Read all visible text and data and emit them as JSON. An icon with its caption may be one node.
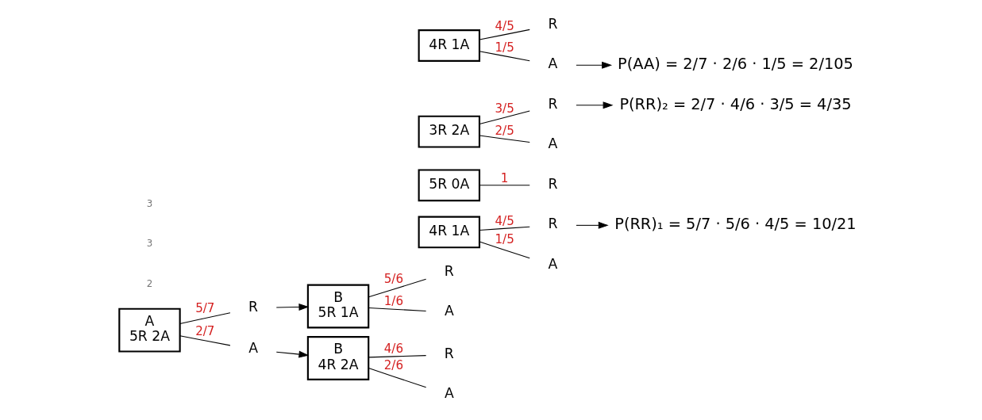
{
  "diagram": {
    "nodes": [
      {
        "text": [
          "A",
          "5R 2A"
        ]
      },
      {
        "text": [
          "R"
        ]
      },
      {
        "text": [
          "A"
        ]
      },
      {
        "text": [
          "B",
          "5R 1A"
        ]
      },
      {
        "text": [
          "B",
          "4R 2A"
        ]
      },
      {
        "text": [
          "R"
        ]
      },
      {
        "text": [
          "A"
        ]
      },
      {
        "text": [
          "R"
        ]
      },
      {
        "text": [
          "A"
        ]
      },
      {
        "text": [
          "4R 1A"
        ]
      },
      {
        "text": [
          "5R 0A"
        ]
      },
      {
        "text": [
          "3R 2A"
        ]
      },
      {
        "text": [
          "4R 1A"
        ]
      },
      {
        "text": [
          "R"
        ]
      },
      {
        "text": [
          "A"
        ]
      },
      {
        "text": [
          "R"
        ]
      },
      {
        "text": [
          "R"
        ]
      },
      {
        "text": [
          "A"
        ]
      },
      {
        "text": [
          "R"
        ]
      },
      {
        "text": [
          "A"
        ]
      },
      {
        "text": [
          "P(RR)₁ = 5/7 · 5/6 · 4/5 = 10/21"
        ]
      },
      {
        "text": [
          "P(RR)₂ = 2/7 · 4/6 · 3/5 = 4/35"
        ]
      },
      {
        "text": [
          "P(AA) = 2/7 · 2/6 · 1/5 = 2/105"
        ]
      }
    ],
    "edges": [
      {
        "from": 0,
        "to": 1,
        "arrow": "none",
        "label": "5/7"
      },
      {
        "from": 0,
        "to": 2,
        "arrow": "none",
        "label": "2/7"
      },
      {
        "from": 1,
        "to": 3,
        "arrow": "to"
      },
      {
        "from": 2,
        "to": 4,
        "arrow": "to"
      },
      {
        "from": 3,
        "to": 5,
        "arrow": "none",
        "label": "5/6"
      },
      {
        "from": 3,
        "to": 6,
        "arrow": "none",
        "label": "1/6"
      },
      {
        "from": 4,
        "to": 7,
        "arrow": "none",
        "label": "4/6"
      },
      {
        "from": 4,
        "to": 8,
        "arrow": "none",
        "label": "2/6"
      },
      {
        "from": 9,
        "to": 13,
        "arrow": "none",
        "label": "4/5"
      },
      {
        "from": 9,
        "to": 14,
        "arrow": "none",
        "label": "1/5"
      },
      {
        "from": 10,
        "to": 15,
        "arrow": "none",
        "label": "1"
      },
      {
        "from": 11,
        "to": 16,
        "arrow": "none",
        "label": "3/5"
      },
      {
        "from": 11,
        "to": 17,
        "arrow": "none",
        "label": "2/5"
      },
      {
        "from": 12,
        "to": 18,
        "arrow": "none",
        "label": "4/5"
      },
      {
        "from": 12,
        "to": 19,
        "arrow": "none",
        "label": "1/5"
      },
      {
        "from": 13,
        "to": 20,
        "arrow": "to"
      },
      {
        "from": 16,
        "to": 21,
        "arrow": "to"
      },
      {
        "from": 19,
        "to": 22,
        "arrow": "to"
      }
    ],
    "labels": [
      "2",
      "3",
      "3"
    ]
  }
}
